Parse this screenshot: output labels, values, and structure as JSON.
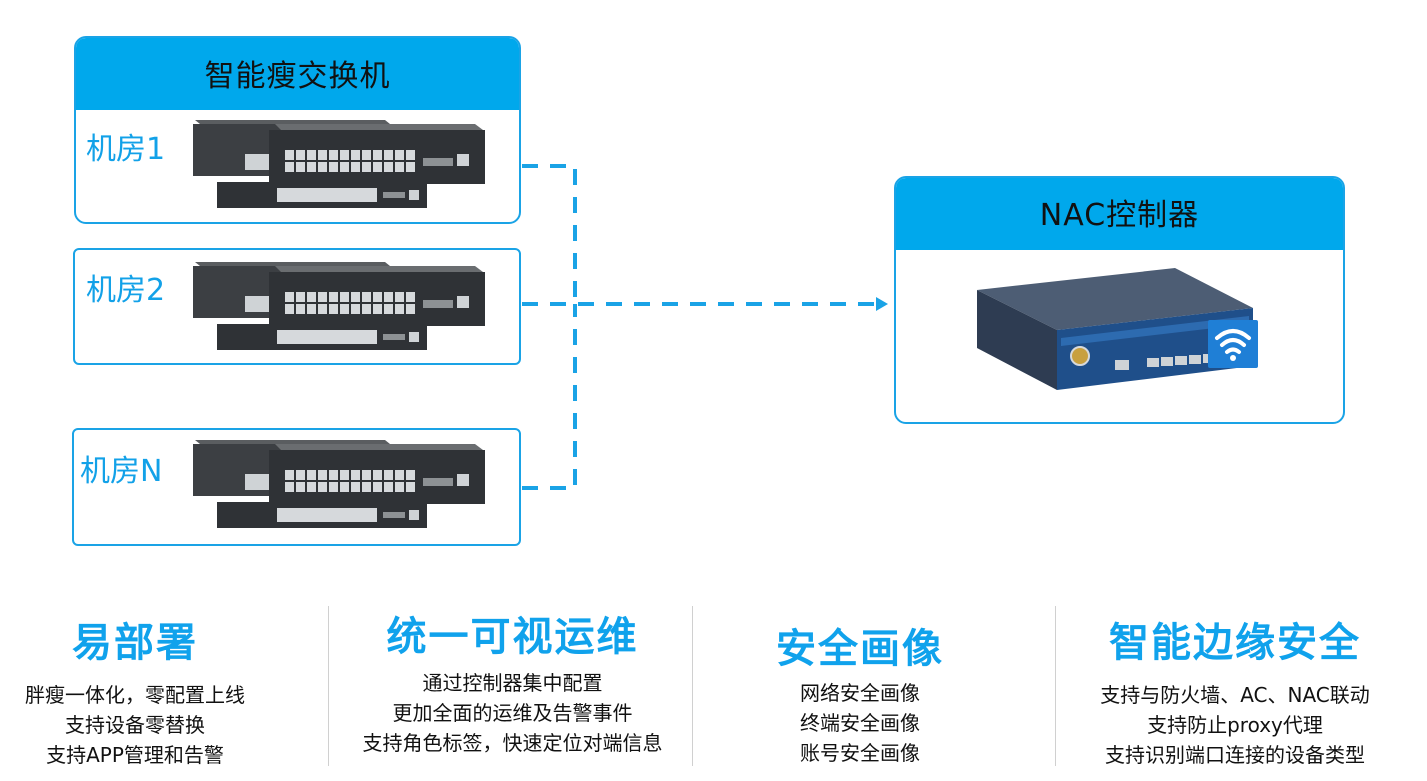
{
  "switch_panel": {
    "title": "智能瘦交换机"
  },
  "rooms": [
    {
      "label": "机房1"
    },
    {
      "label": "机房2"
    },
    {
      "label": "机房N"
    }
  ],
  "nac_panel": {
    "title": "NAC控制器"
  },
  "icons": {
    "wifi": "wifi-icon"
  },
  "colors": {
    "accent": "#00a8ec",
    "connector": "#1aa3e6"
  },
  "features": [
    {
      "title": "易部署",
      "lines": [
        "胖瘦一体化，零配置上线",
        "支持设备零替换",
        "支持APP管理和告警"
      ]
    },
    {
      "title": "统一可视运维",
      "lines": [
        "通过控制器集中配置",
        "更加全面的运维及告警事件",
        "支持角色标签，快速定位对端信息"
      ]
    },
    {
      "title": "安全画像",
      "lines": [
        "网络安全画像",
        "终端安全画像",
        "账号安全画像"
      ]
    },
    {
      "title": "智能边缘安全",
      "lines": [
        "支持与防火墙、AC、NAC联动",
        "支持防止proxy代理",
        "支持识别端口连接的设备类型"
      ]
    }
  ]
}
